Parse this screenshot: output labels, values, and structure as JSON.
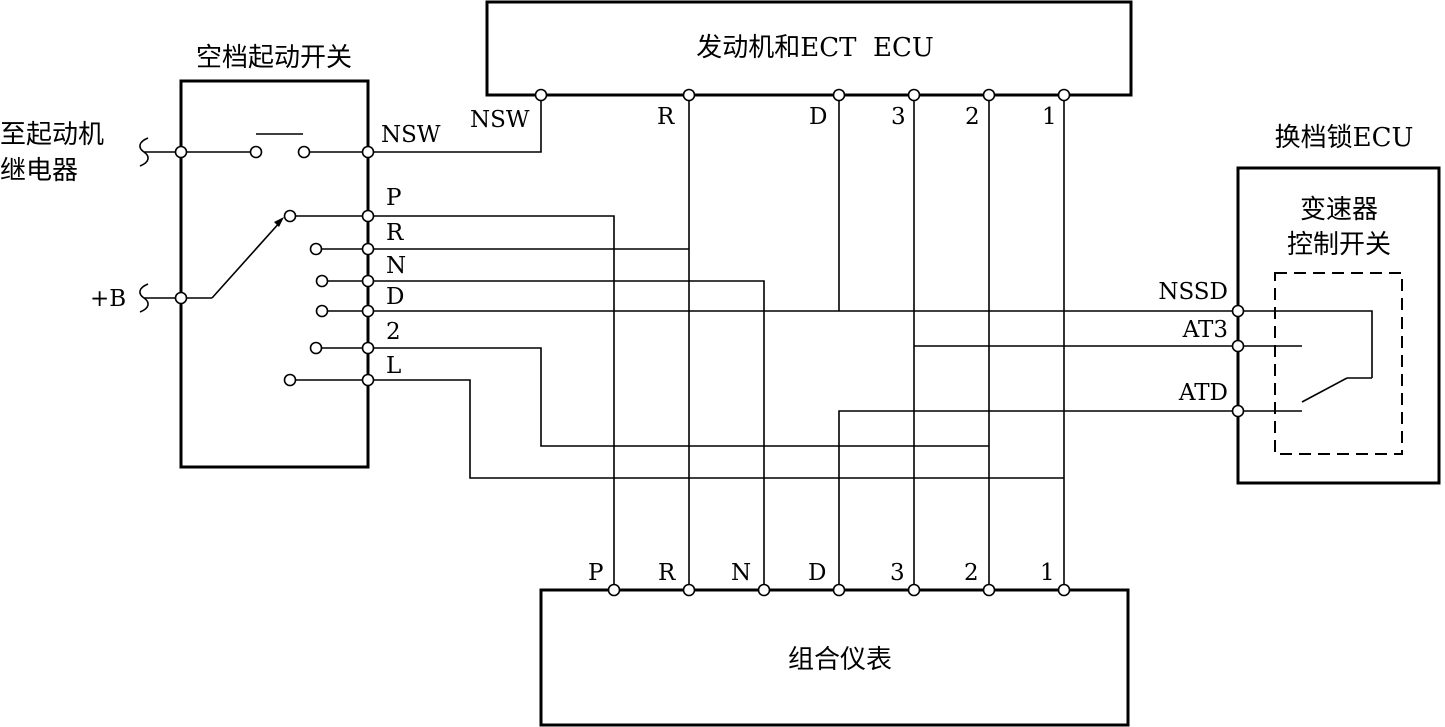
{
  "neutral_start_switch": {
    "title": "空档起动开关",
    "input_starter": "至起动机",
    "input_starter_2": "继电器",
    "input_battery": "+B",
    "output_nsw": "NSW",
    "positions": [
      "P",
      "R",
      "N",
      "D",
      "2",
      "L"
    ]
  },
  "engine_ect_ecu": {
    "title": "发动机和ECT  ECU",
    "terminals": [
      "NSW",
      "R",
      "D",
      "3",
      "2",
      "1"
    ]
  },
  "shift_lock_ecu": {
    "title": "换档锁ECU",
    "inner_switch_line1": "变速器",
    "inner_switch_line2": "控制开关",
    "terminals": [
      "NSSD",
      "AT3",
      "ATD"
    ]
  },
  "combination_meter": {
    "title": "组合仪表",
    "terminals": [
      "P",
      "R",
      "N",
      "D",
      "3",
      "2",
      "1"
    ]
  },
  "colors": {
    "line": "#000000",
    "background": "#ffffff"
  }
}
